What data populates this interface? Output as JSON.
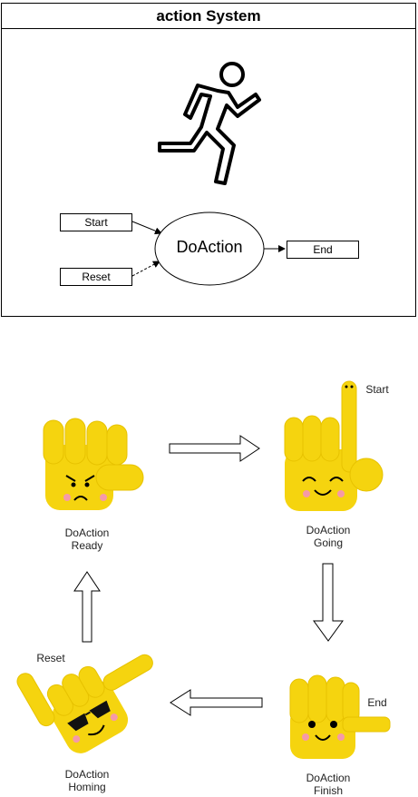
{
  "system": {
    "title": "action System",
    "inputs": {
      "start": "Start",
      "reset": "Reset"
    },
    "process": "DoAction",
    "output": "End"
  },
  "cycle": {
    "ready": {
      "line1": "DoAction",
      "line2": "Ready"
    },
    "going": {
      "line1": "DoAction",
      "line2": "Going",
      "tag": "Start"
    },
    "finish": {
      "line1": "DoAction",
      "line2": "Finish",
      "tag": "End"
    },
    "homing": {
      "line1": "DoAction",
      "line2": "Homing",
      "tag": "Reset"
    }
  },
  "colors": {
    "hand": "#f5d40f",
    "hand_shade": "#e7c200",
    "cheek": "#f59aa8",
    "stroke": "#000000"
  }
}
